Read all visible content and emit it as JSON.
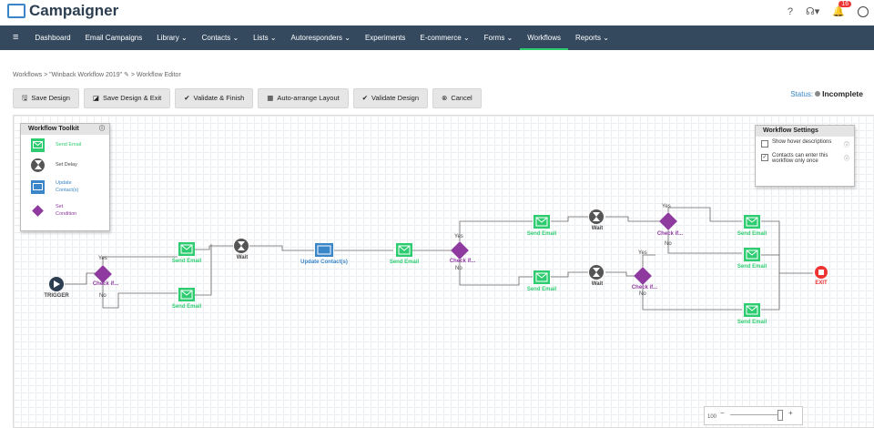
{
  "app": {
    "name": "Campaigner",
    "notification_count": "16"
  },
  "nav": {
    "items": [
      {
        "label": "Dashboard"
      },
      {
        "label": "Email Campaigns"
      },
      {
        "label": "Library ⌄"
      },
      {
        "label": "Contacts ⌄"
      },
      {
        "label": "Lists ⌄"
      },
      {
        "label": "Autoresponders ⌄"
      },
      {
        "label": "Experiments"
      },
      {
        "label": "E-commerce ⌄"
      },
      {
        "label": "Forms ⌄"
      },
      {
        "label": "Workflows"
      },
      {
        "label": "Reports ⌄"
      }
    ],
    "active": "Workflows"
  },
  "breadcrumb": {
    "root": "Workflows",
    "workflow": "\"Winback Workflow 2019\"",
    "current": "Workflow Editor"
  },
  "toolbar": {
    "save": "Save Design",
    "save_exit": "Save Design & Exit",
    "validate_finish": "Validate & Finish",
    "auto_arrange": "Auto-arrange Layout",
    "validate": "Validate Design",
    "cancel": "Cancel"
  },
  "status": {
    "label": "Status:",
    "value": "Incomplete"
  },
  "toolkit": {
    "title": "Workflow Toolkit",
    "items": [
      {
        "label": "Send Email",
        "icon": "envelope-icon",
        "color": "#2ecc71"
      },
      {
        "label": "Set Delay",
        "icon": "hourglass-icon",
        "color": "#555555"
      },
      {
        "label": "Update Contact(s)",
        "icon": "contact-card-icon",
        "color": "#3a86c8"
      },
      {
        "label": "Set Condition",
        "icon": "diamond-icon",
        "color": "#8e3a9f"
      }
    ]
  },
  "settings": {
    "title": "Workflow Settings",
    "show_hover": {
      "label": "Show hover descriptions",
      "checked": false
    },
    "once_only": {
      "label": "Contacts can enter this workflow only once",
      "checked": true
    }
  },
  "nodes": {
    "trigger": "TRIGGER",
    "exit": "EXIT",
    "check": "Check if...",
    "send": "Send Email",
    "wait": "Wait",
    "update": "Update Contact(s)",
    "yes": "Yes",
    "no": "No"
  },
  "zoom": {
    "level": "100"
  }
}
